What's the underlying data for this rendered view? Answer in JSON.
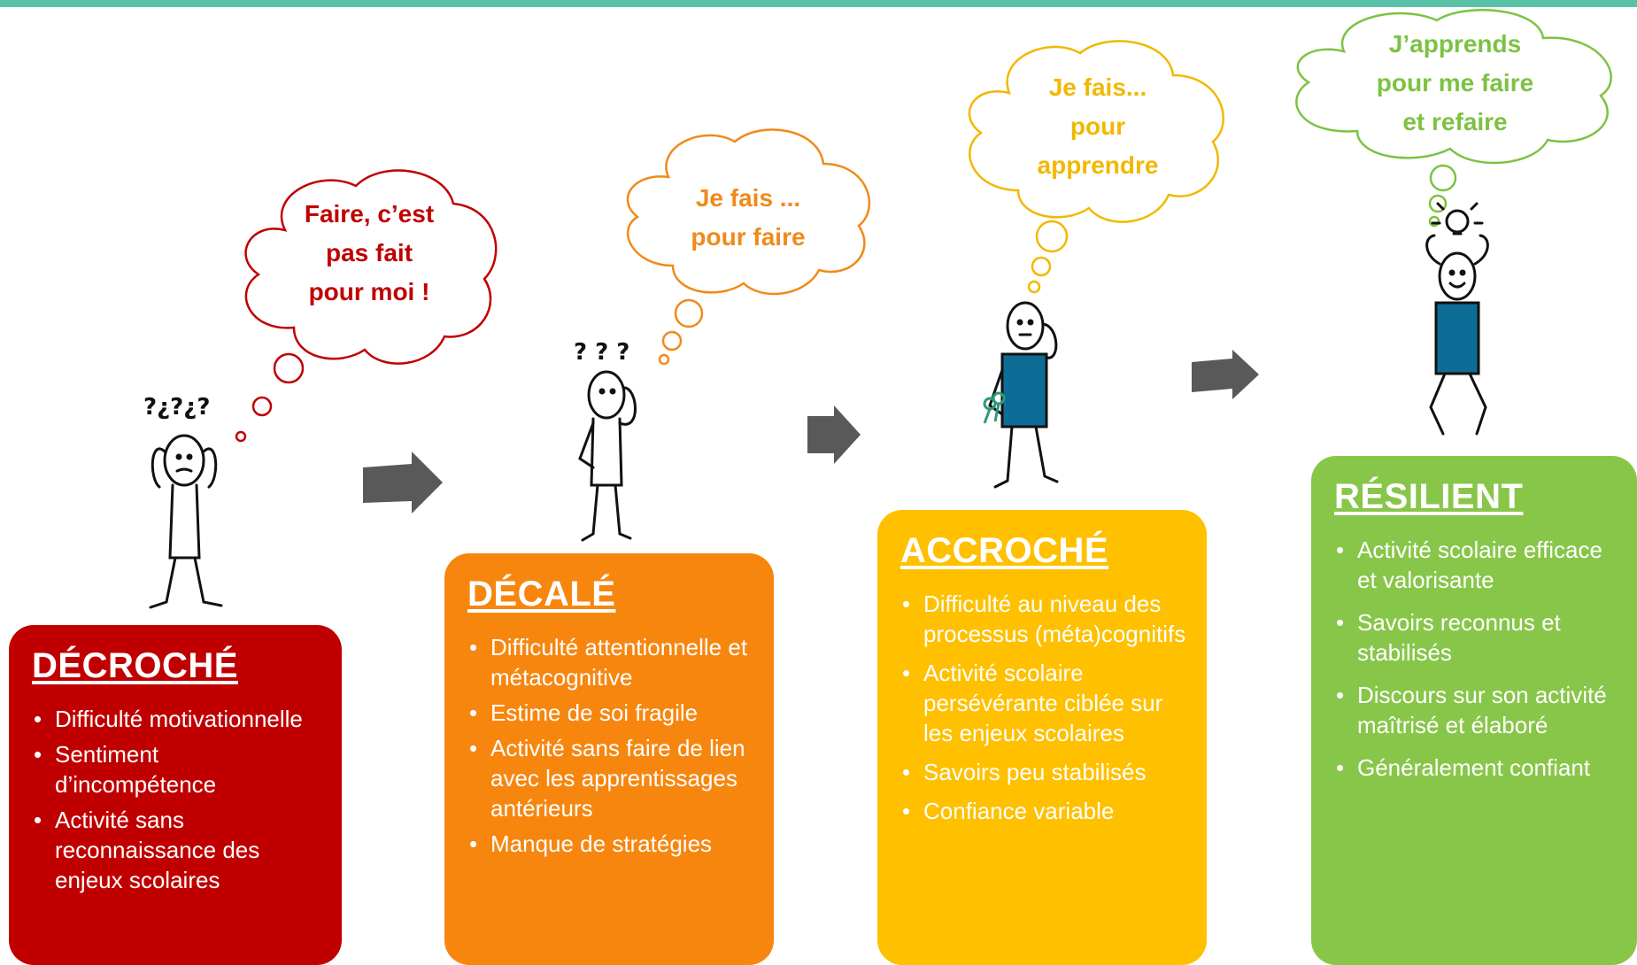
{
  "stages": [
    {
      "title": "DÉCROCHÉ",
      "color": "#c00000",
      "thought": [
        "Faire, c’est",
        "pas fait",
        "pour moi !"
      ],
      "thought_color": "#c00000",
      "items": [
        "Difficulté motivationnelle",
        "Sentiment d’incompétence",
        "Activité sans reconnaissance des enjeux scolaires"
      ]
    },
    {
      "title": "DÉCALÉ",
      "color": "#f7860f",
      "thought": [
        "Je fais ...",
        "pour faire"
      ],
      "thought_color": "#f08a1a",
      "items": [
        "Difficulté attentionnelle et métacognitive",
        "Estime de soi fragile",
        "Activité sans faire de lien avec les apprentissages antérieurs",
        "Manque de stratégies"
      ]
    },
    {
      "title": "ACCROCHÉ",
      "color": "#ffc000",
      "thought": [
        "Je fais...",
        "pour",
        "apprendre"
      ],
      "thought_color": "#f2b800",
      "items": [
        "Difficulté au niveau des processus (méta)cognitifs",
        "Activité scolaire persévérante ciblée sur les enjeux scolaires",
        "Savoirs peu stabilisés",
        "Confiance variable"
      ]
    },
    {
      "title": "RÉSILIENT",
      "color": "#88c64a",
      "thought": [
        "J’apprends",
        "pour me faire",
        "et refaire"
      ],
      "thought_color": "#7dc243",
      "items": [
        "Activité scolaire efficace et valorisante",
        "Savoirs reconnus et stabilisés",
        "Discours sur son activité maîtrisé et élaboré",
        "Généralement confiant"
      ]
    }
  ],
  "figure_marks": {
    "stage1": "?¿?¿?",
    "stage2": "? ? ?"
  },
  "arrow_color": "#595959",
  "bar_color": "#58c0a6"
}
